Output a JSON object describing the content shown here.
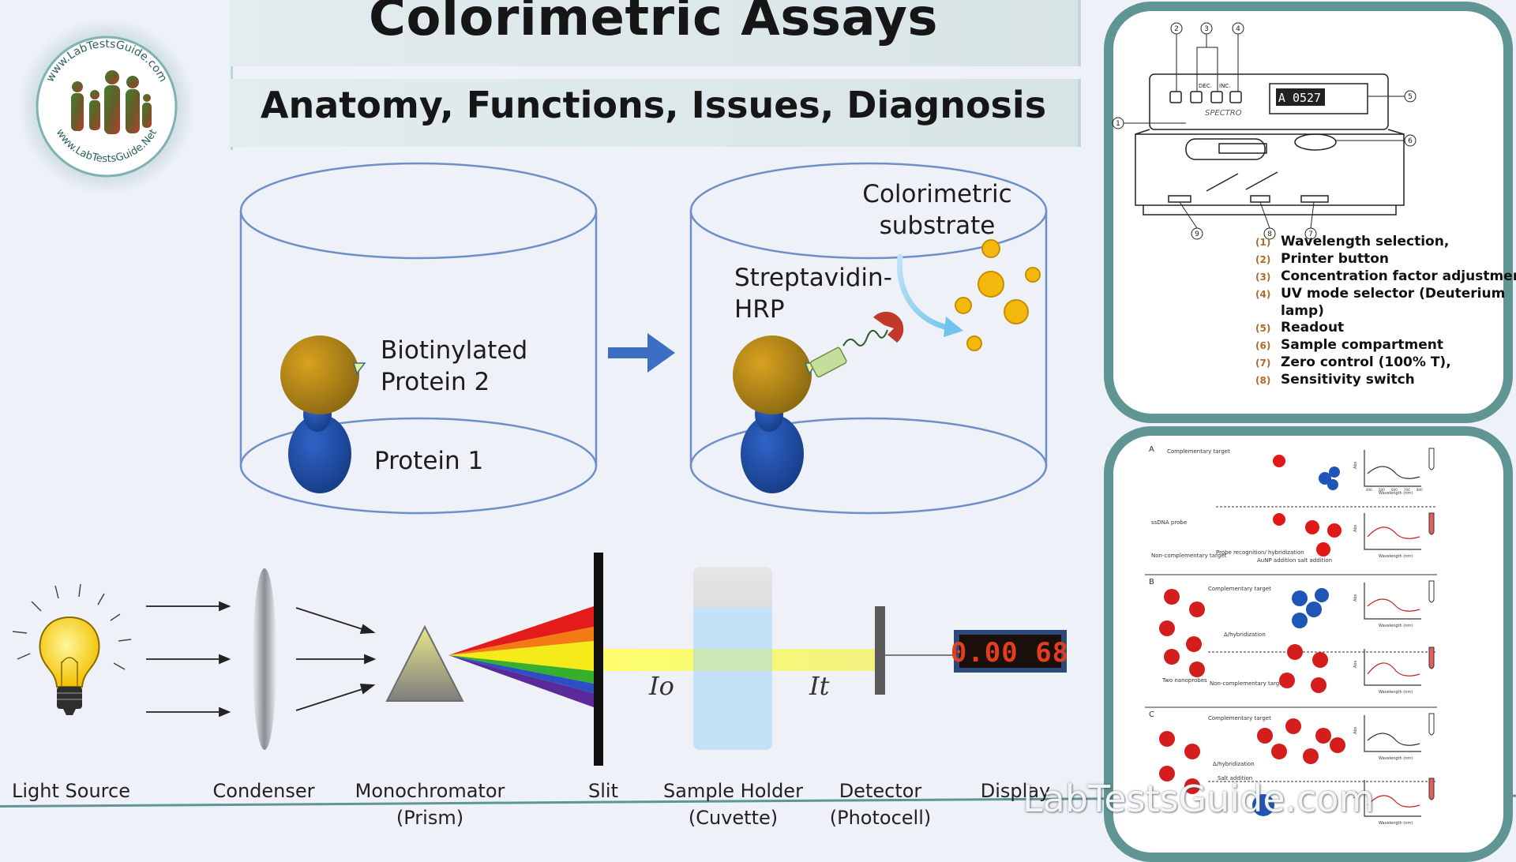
{
  "header": {
    "title": "Colorimetric Assays",
    "subtitle": "Anatomy, Functions, Issues, Diagnosis"
  },
  "logo": {
    "text_top": "www.LabTestsGuide.com",
    "text_bottom": "www.LabTestsGuide.Net"
  },
  "assay": {
    "left_labels": [
      "Biotinylated",
      "Protein 2",
      "Protein 1"
    ],
    "right_labels": [
      "Colorimetric",
      "substrate",
      "Streptavidin-",
      "HRP"
    ]
  },
  "spectro": {
    "io_label": "Io",
    "it_label": "It",
    "display_value": "0.00 68",
    "components": [
      {
        "name": "Light Source",
        "sub": ""
      },
      {
        "name": "Condenser",
        "sub": ""
      },
      {
        "name": "Monochromator",
        "sub": "(Prism)"
      },
      {
        "name": "Slit",
        "sub": ""
      },
      {
        "name": "Sample Holder",
        "sub": "(Cuvette)"
      },
      {
        "name": "Detector",
        "sub": "(Photocell)"
      },
      {
        "name": "Display",
        "sub": ""
      }
    ]
  },
  "instrument_panel": {
    "readout": "A 0527",
    "brand": "SPECTRO",
    "button_labels": [
      "DEC.",
      "INC."
    ],
    "callouts": [
      "1",
      "2",
      "3",
      "4",
      "5",
      "6",
      "7",
      "8",
      "9"
    ],
    "legend": [
      {
        "num": "(1)",
        "text": "Wavelength selection,"
      },
      {
        "num": "(2)",
        "text": "Printer button"
      },
      {
        "num": "(3)",
        "text": "Concentration factor adjustment,"
      },
      {
        "num": "(4)",
        "text": "UV mode selector (Deuterium"
      },
      {
        "num": "",
        "text": "lamp)"
      },
      {
        "num": "(5)",
        "text": "Readout"
      },
      {
        "num": "(6)",
        "text": "Sample compartment"
      },
      {
        "num": "(7)",
        "text": "Zero control (100% T),"
      },
      {
        "num": "(8)",
        "text": "Sensitivity switch"
      }
    ]
  },
  "nanoparticle_panel": {
    "sections": [
      "A",
      "B",
      "C"
    ],
    "labels": {
      "complementary_target": "Complementary target",
      "ssdna_probe": "ssDNA probe",
      "non_complementary": "Non-complementary target",
      "probe_recognition": "Probe recognition/ hybridization",
      "aunp_addition": "AuNP addition salt addition",
      "hybridization": "Δ/hybridization",
      "two_nanoprobes": "Two nanoprobes",
      "salt_addition": "Salt addition",
      "wavelength_axis": "Wavelength (nm)",
      "abs_axis": "Abs",
      "ticks": [
        "400",
        "500",
        "600",
        "700",
        "800"
      ]
    }
  },
  "watermark": "LabTestsGuide.com",
  "colors": {
    "panel_border": "#5f9592",
    "protein_gold": "#b8860b",
    "protein_blue": "#1f4fa8",
    "arrow_blue": "#3c6fc2",
    "hrp_red": "#c0392b",
    "yellow_dot": "#f2b90c"
  }
}
